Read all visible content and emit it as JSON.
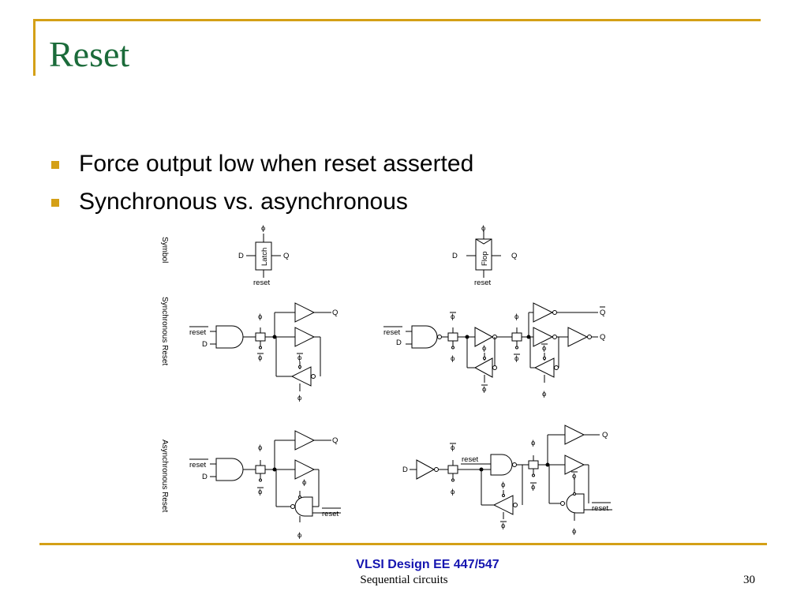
{
  "slide": {
    "title": "Reset",
    "bullets": [
      "Force output low when reset asserted",
      "Synchronous vs. asynchronous"
    ]
  },
  "diagram": {
    "row_labels": [
      "Symbol",
      "Synchronous Reset",
      "Asynchronous Reset"
    ],
    "signals": {
      "phi": "ϕ",
      "phi_bar": "ϕ",
      "d": "D",
      "q": "Q",
      "q_bar": "Q",
      "reset": "reset",
      "reset_bar": "reset"
    },
    "blocks": {
      "latch": "Latch",
      "flop": "Flop"
    }
  },
  "footer": {
    "course": "VLSI Design EE 447/547",
    "topic": "Sequential circuits",
    "page": "30"
  },
  "colors": {
    "accent": "#D4A017",
    "title": "#1B6B3A",
    "footer_course": "#1515B0"
  }
}
